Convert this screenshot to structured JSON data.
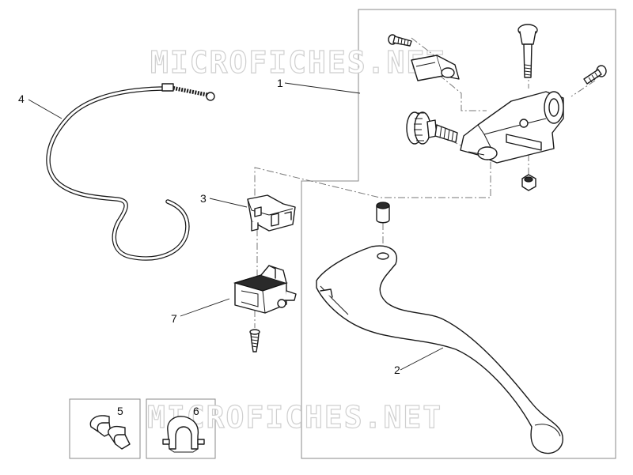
{
  "watermark": "MICROFICHES.NET",
  "callouts": [
    {
      "id": "1",
      "part": "lever-mount-assembly"
    },
    {
      "id": "2",
      "part": "clutch-lever"
    },
    {
      "id": "3",
      "part": "micro-switch"
    },
    {
      "id": "4",
      "part": "switch-cable"
    },
    {
      "id": "5",
      "part": "cable-clip"
    },
    {
      "id": "6",
      "part": "cable-clamp"
    },
    {
      "id": "7",
      "part": "switch-housing"
    }
  ],
  "colors": {
    "line": "#1a1a1a",
    "frame": "#8a8a8a",
    "watermark": "#cfcfcf",
    "background": "#ffffff"
  }
}
